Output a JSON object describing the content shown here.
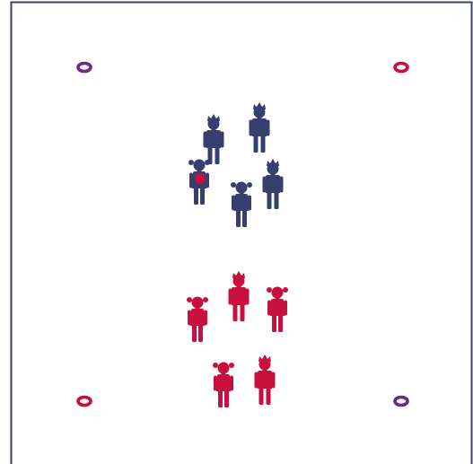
{
  "colors": {
    "background": "#ffffff",
    "border": "#3b4266",
    "team_blue": "#363f6e",
    "team_red": "#c8103e",
    "marker_purple": "#6a2a8a",
    "marker_crimson": "#c8103e"
  },
  "field": {
    "boundary": "pitch-outline",
    "markers": [
      {
        "name": "marker-top-left",
        "color": "purple"
      },
      {
        "name": "marker-top-right",
        "color": "crimson"
      },
      {
        "name": "marker-bottom-left",
        "color": "crimson"
      },
      {
        "name": "marker-bottom-right",
        "color": "purple"
      }
    ]
  },
  "teams": [
    {
      "name": "blue-team",
      "color": "#363f6e",
      "players": [
        {
          "id": "blue-boy-1",
          "type": "boy"
        },
        {
          "id": "blue-boy-2",
          "type": "boy"
        },
        {
          "id": "blue-girl-with-ball",
          "type": "girl",
          "has_ball": true
        },
        {
          "id": "blue-girl-2",
          "type": "girl"
        },
        {
          "id": "blue-boy-3",
          "type": "boy"
        }
      ]
    },
    {
      "name": "red-team",
      "color": "#c8103e",
      "players": [
        {
          "id": "red-girl-1",
          "type": "girl"
        },
        {
          "id": "red-boy-1",
          "type": "boy"
        },
        {
          "id": "red-girl-2",
          "type": "girl"
        },
        {
          "id": "red-girl-3",
          "type": "girl"
        },
        {
          "id": "red-boy-2",
          "type": "boy"
        }
      ]
    }
  ],
  "ball": {
    "color": "#c8103e",
    "holder": "blue-girl-with-ball"
  }
}
